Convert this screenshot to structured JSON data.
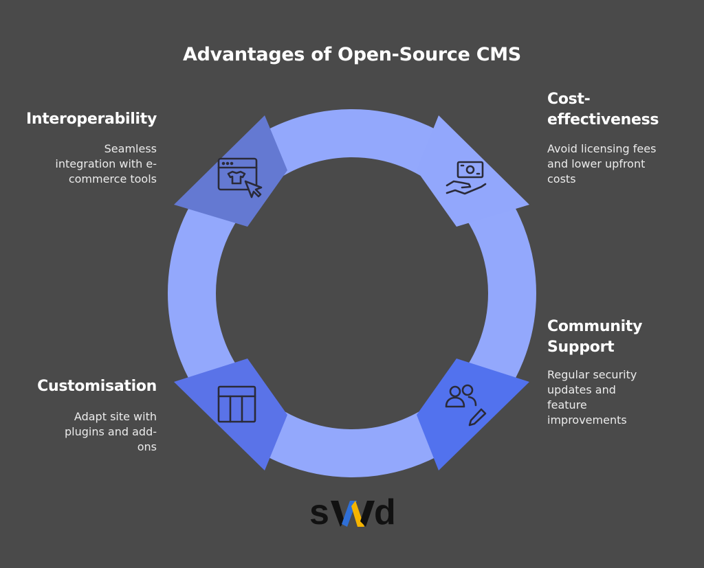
{
  "title": "Advantages of Open-Source CMS",
  "colors": {
    "background": "#4a4a4a",
    "ring": "#93a8fc",
    "tab_interoperability": "#6479d2",
    "tab_cost": "#92a7fc",
    "tab_community": "#5272ee",
    "tab_customisation": "#5a73e8",
    "icon_stroke": "#2a2a38"
  },
  "items": [
    {
      "id": "interoperability",
      "heading": "Interoperability",
      "description_lines": [
        "Seamless",
        "integration with e-",
        "commerce tools"
      ],
      "icon": "web-cursor-icon"
    },
    {
      "id": "cost",
      "heading_lines": [
        "Cost-",
        "effectiveness"
      ],
      "description_lines": [
        "Avoid licensing fees",
        "and lower upfront",
        "costs"
      ],
      "icon": "money-hand-icon"
    },
    {
      "id": "community",
      "heading_lines": [
        "Community",
        "Support"
      ],
      "description_lines": [
        "Regular security",
        "updates and",
        "feature",
        "improvements"
      ],
      "icon": "users-pen-icon"
    },
    {
      "id": "customisation",
      "heading": "Customisation",
      "description_lines": [
        "Adapt site with",
        "plugins and add-",
        "ons"
      ],
      "icon": "layout-icon"
    }
  ],
  "logo": {
    "text_parts": [
      "s",
      "w",
      "d"
    ],
    "accent_colors": [
      "#2f6fd6",
      "#f5b400"
    ]
  }
}
